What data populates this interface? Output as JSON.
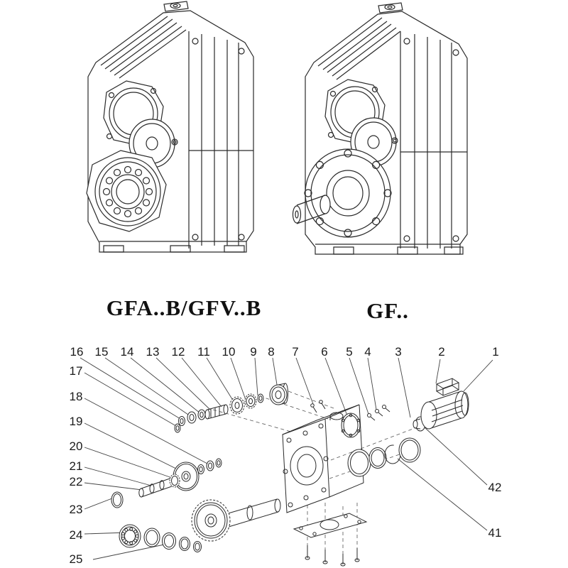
{
  "page": {
    "background": "#ffffff",
    "line_color": "#2a2a2a"
  },
  "models": {
    "left": {
      "label": "GFA..B/GFV..B"
    },
    "right": {
      "label": "GF.."
    }
  },
  "exploded_view": {
    "top_numbers": [
      "16",
      "15",
      "14",
      "13",
      "12",
      "11",
      "10",
      "9",
      "8",
      "7",
      "6",
      "5",
      "4",
      "3",
      "2",
      "1"
    ],
    "left_numbers": [
      "17",
      "18",
      "19",
      "20",
      "21",
      "22",
      "23",
      "24",
      "25"
    ],
    "right_numbers": [
      "42",
      "41"
    ]
  }
}
